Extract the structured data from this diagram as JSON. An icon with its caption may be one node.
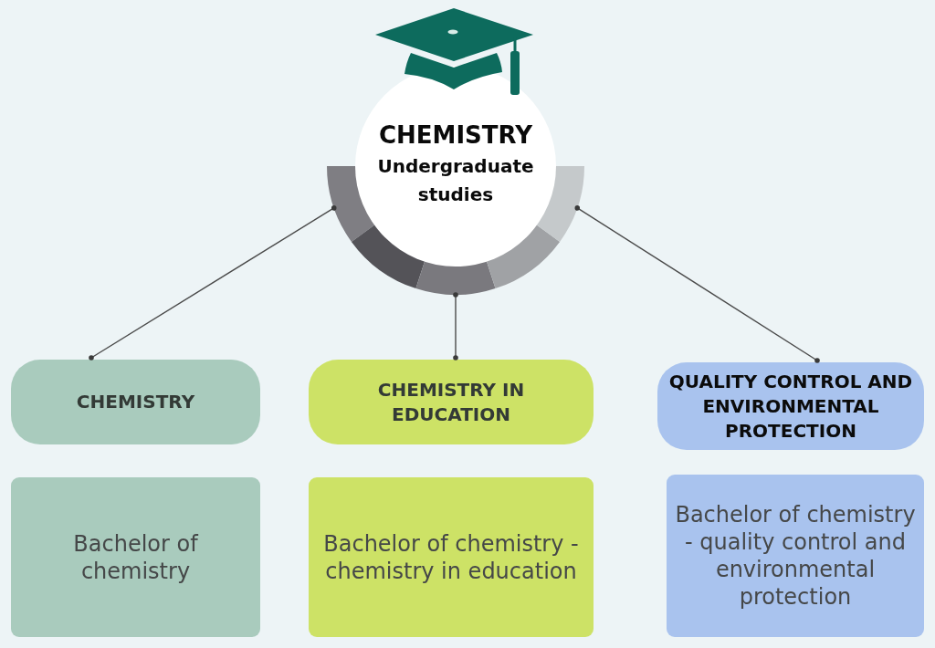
{
  "diagram": {
    "nodes": [
      {
        "text": [
          "CHEMISTRY",
          "Undergraduate studies"
        ]
      },
      {
        "text": [
          "CHEMISTRY"
        ]
      },
      {
        "text": [
          "CHEMISTRY IN EDUCATION"
        ]
      },
      {
        "text": [
          "QUALITY CONTROL AND ENVIRONMENTAL PROTECTION"
        ]
      },
      {
        "text": [
          "Bachelor of chemistry"
        ]
      },
      {
        "text": [
          "Bachelor of chemistry - chemistry in education"
        ]
      },
      {
        "text": [
          "Bachelor of chemistry - quality control and environmental protection"
        ]
      }
    ],
    "edges": [
      {
        "from": 0,
        "to": 1,
        "arrow": "other"
      },
      {
        "from": 0,
        "to": 2,
        "arrow": "other"
      },
      {
        "from": 0,
        "to": 3,
        "arrow": "other"
      }
    ]
  }
}
